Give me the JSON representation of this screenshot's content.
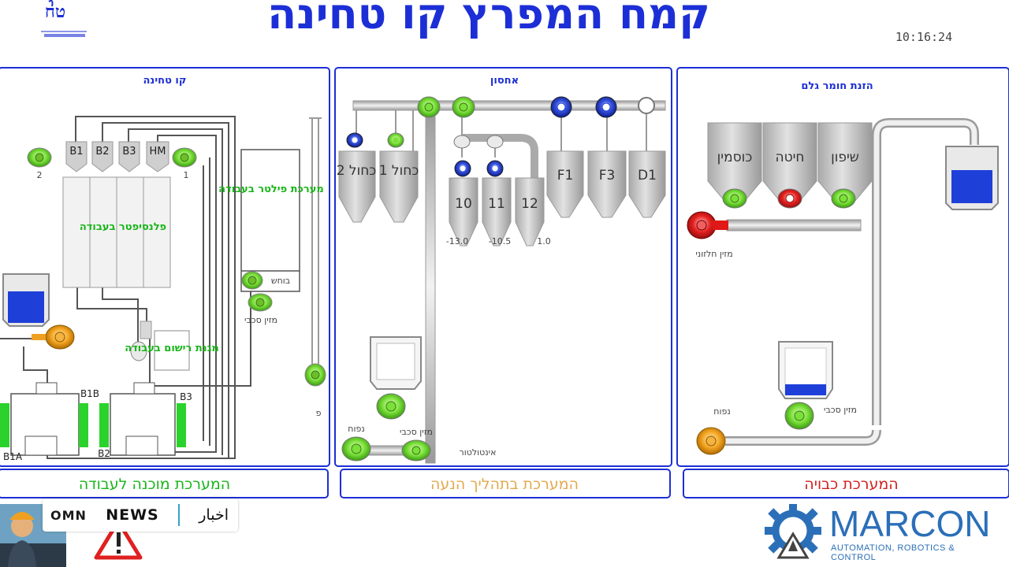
{
  "header": {
    "title": "קמח המפרץ קו טחינה",
    "time": "10:16:24",
    "logo_text": "טח"
  },
  "panels": {
    "milling": {
      "title": "קו טחינה",
      "status": "המערכת מוכנה לעבודה",
      "status_color": "#19b519",
      "bins": [
        "B1",
        "B2",
        "B3",
        "HM"
      ],
      "fan_left_num": "2",
      "fan_right_num": "1",
      "plansifter": "פלנסיפטר בעבודה",
      "filter_system": "מערכת פילטר בעבודה",
      "small_label": "בוחש",
      "fan_label": "מזין סכבי",
      "mill_labels": [
        "B1B",
        "B3",
        "B1A",
        "B2"
      ],
      "return_label": "מגנת רישום בעבודה",
      "side_letter": "פ"
    },
    "storage": {
      "title": "אחסון",
      "status": "המערכת בתהליך הנעה",
      "status_color": "#e3a94e",
      "silos_a": [
        "כחול 2",
        "כחול 1"
      ],
      "silos_b": [
        "10",
        "11",
        "12"
      ],
      "silos_c": [
        "F1",
        "F3",
        "D1"
      ],
      "values": [
        "-13.0",
        "-10.5",
        "1.0"
      ],
      "fan_label_1": "מזין סכבי",
      "fan_label_2": "נפוח",
      "bottom_label": "אינטולטור"
    },
    "grain": {
      "title": "הזנת חומר גלם",
      "status": "המערכת כבויה",
      "status_color": "#d42020",
      "silos": [
        "כוסמין",
        "חיטה",
        "שיפון"
      ],
      "red_fan_label": "מזין חלזוני",
      "fan_label_1": "נפוח",
      "fan_label_2": "מזין סכבי"
    }
  },
  "news": {
    "logo": "OMN",
    "word": "NEWS",
    "arabic": "اخبار"
  },
  "brand": {
    "name": "MARCON",
    "tagline": "AUTOMATION, ROBOTICS & CONTROL"
  },
  "colors": {
    "accent": "#1c2fd6",
    "green": "#66dd22",
    "red": "#e01818",
    "orange": "#f0a020",
    "blue": "#1e3fd8"
  }
}
